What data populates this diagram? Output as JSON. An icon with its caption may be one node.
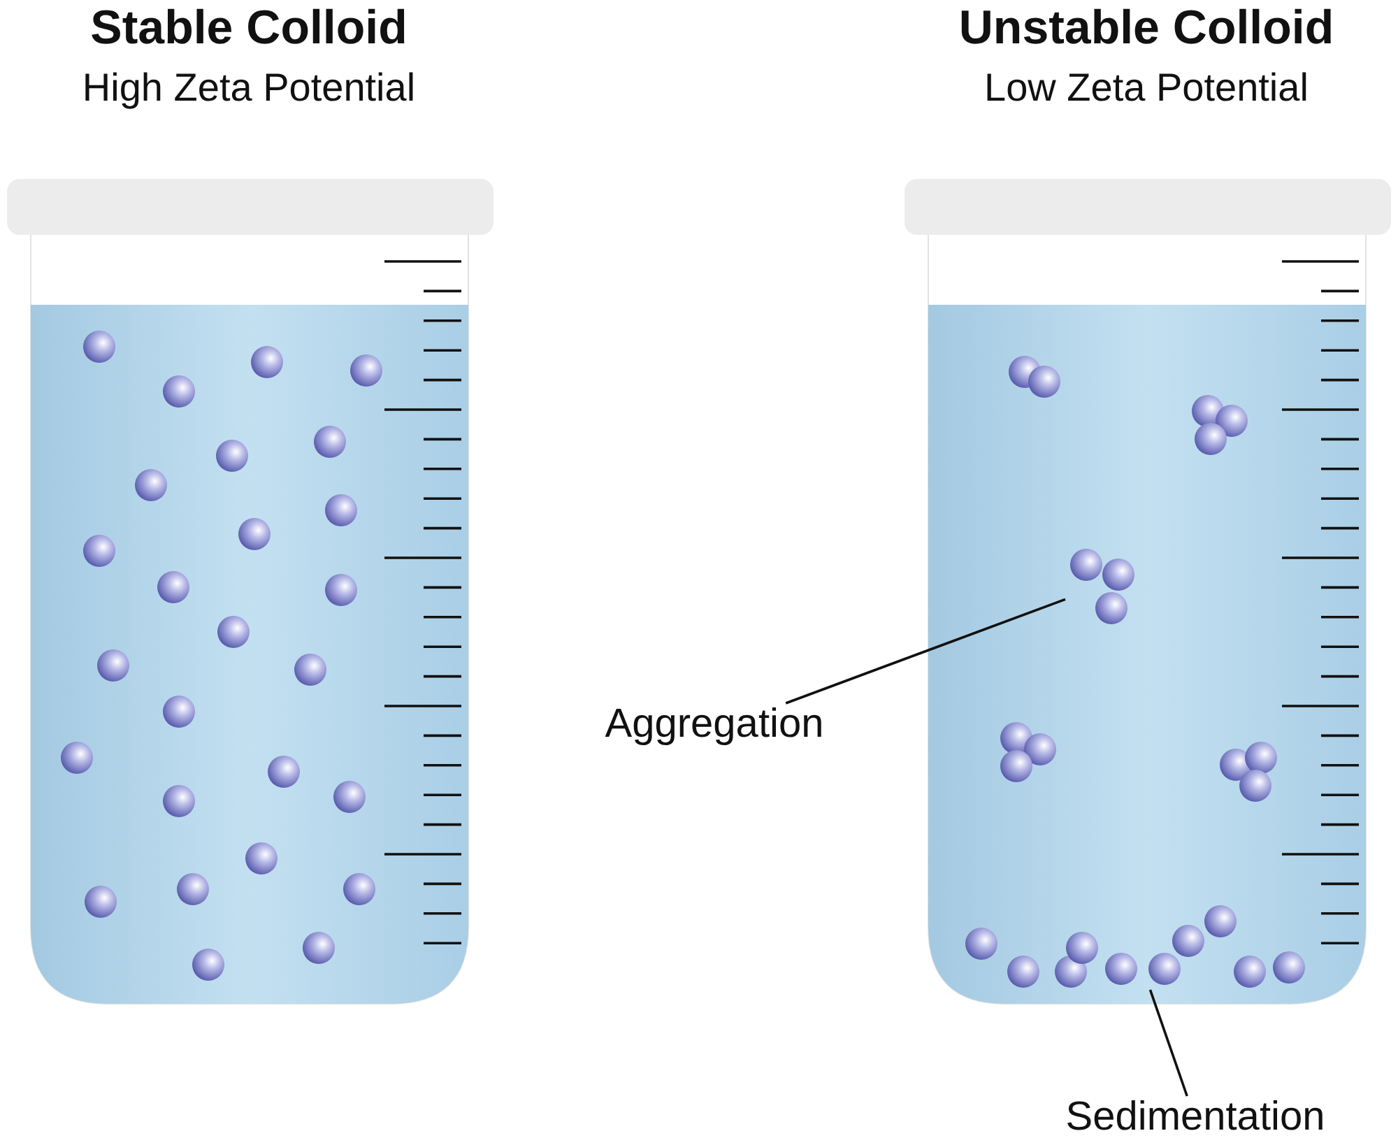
{
  "diagram": {
    "nodes": [
      {
        "text": [
          "Aggregation"
        ]
      },
      {
        "text": [],
        "shape": "picture"
      },
      {
        "text": [
          "Sedimentation"
        ]
      },
      {
        "text": [],
        "shape": "picture"
      }
    ],
    "edges": [
      {
        "from": 0,
        "to": 1,
        "arrow": "none"
      },
      {
        "from": 2,
        "to": 3,
        "arrow": "none"
      }
    ],
    "labels": [
      "Stable Colloid",
      "High Zeta Potential",
      "Unstable Colloid",
      "Low Zeta Potential"
    ]
  }
}
